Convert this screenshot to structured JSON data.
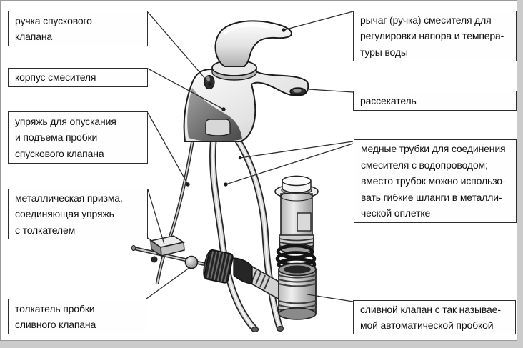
{
  "figure": {
    "type": "labeled-parts-diagram",
    "language": "ru"
  },
  "labels": {
    "left": [
      {
        "id": "drain-valve-handle",
        "text": "ручка спускового\nклапана"
      },
      {
        "id": "mixer-body",
        "text": "корпус смесителя"
      },
      {
        "id": "harness",
        "text": "упряжь для опускания\nи подъема пробки\nспускового клапана"
      },
      {
        "id": "metal-prism",
        "text": "металлическая призма,\nсоединяющая упряжь\nс толкателем"
      },
      {
        "id": "pusher",
        "text": "толкатель пробки\nсливного клапана"
      }
    ],
    "right": [
      {
        "id": "mixer-lever",
        "text": "рычаг (ручка) смесителя для\nрегулировки напора и темпера-\nтуры воды"
      },
      {
        "id": "aerator",
        "text": "рассекатель"
      },
      {
        "id": "copper-tubes",
        "text": "медные трубки для соединения\nсмесителя с водопроводом;\nвместо трубок можно использо-\nвать гибкие шланги в металли-\nческой оплетке"
      },
      {
        "id": "drain-valve",
        "text": "сливной клапан с так называе-\nмой автоматической пробкой"
      }
    ]
  },
  "colors": {
    "background": "#ffffff",
    "frame": "#cbcbcb",
    "box_border": "#2d2d2d",
    "text": "#101010",
    "leader_line": "#2e2e2e"
  }
}
